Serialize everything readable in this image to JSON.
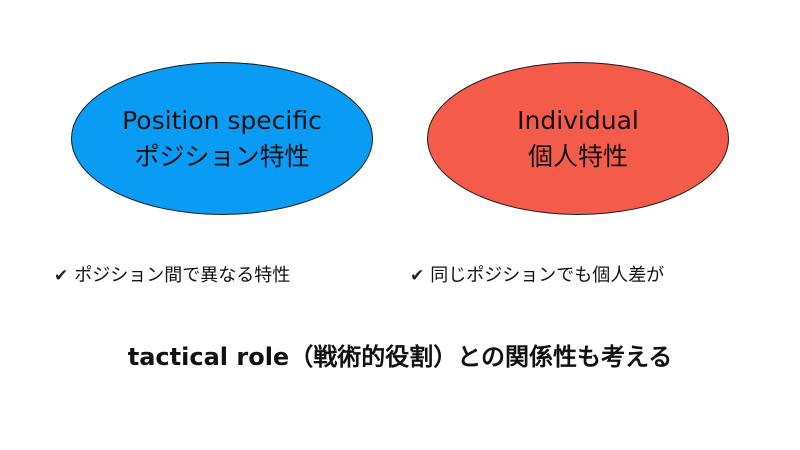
{
  "left_ellipse": {
    "line1": "Position specific",
    "line2": "ポジション特性",
    "color": "#0a9cf5"
  },
  "right_ellipse": {
    "line1": "Individual",
    "line2": "個人特性",
    "color": "#f55b4a"
  },
  "notes": [
    {
      "icon": "check-mark-icon",
      "symbol": "✔",
      "text": "ポジション間で異なる特性"
    },
    {
      "icon": "check-mark-icon",
      "symbol": "✔",
      "text": "同じポジションでも個人差が"
    }
  ],
  "summary": "tactical role（戦術的役割）との関係性も考える"
}
